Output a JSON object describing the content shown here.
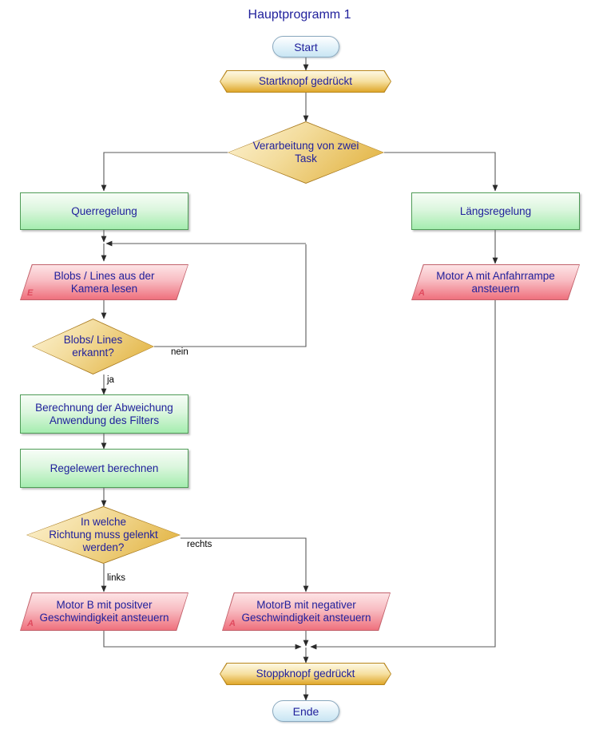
{
  "diagram": {
    "title": "Hauptprogramm 1",
    "language": "de",
    "colors": {
      "text": "#21219c",
      "terminator_fill": "#c8e5f3",
      "banner_fill": "#e0a92e",
      "decision_fill": "#e0ae36",
      "process_fill": "#a5edaf",
      "io_fill": "#ef707d",
      "edge_stroke": "#595959",
      "marker_text": "#e04a5e"
    }
  },
  "nodes": {
    "start": {
      "label": "Start",
      "type": "terminator"
    },
    "startknopf": {
      "label": "Startknopf gedrückt",
      "type": "banner"
    },
    "verarbeitung": {
      "label": "Verarbeitung von zwei\nTask",
      "type": "decision"
    },
    "querregelung": {
      "label": "Querregelung",
      "type": "process"
    },
    "laengsregelung": {
      "label": "Längsregelung",
      "type": "process"
    },
    "blobs_lesen": {
      "label": "Blobs / Lines aus der\nKamera lesen",
      "type": "io",
      "marker": "E"
    },
    "motor_a_rampe": {
      "label": "Motor A mit Anfahrrampe\nansteuern",
      "type": "io",
      "marker": "A"
    },
    "blobs_erkannt": {
      "label": "Blobs/ Lines\nerkannt?",
      "type": "decision"
    },
    "berechnung": {
      "label": "Berechnung der Abweichung\nAnwendung des Filters",
      "type": "process"
    },
    "regelwert": {
      "label": "Regelewert berechnen",
      "type": "process"
    },
    "richtung": {
      "label": "In welche\nRichtung muss gelenkt\nwerden?",
      "type": "decision"
    },
    "motor_b_pos": {
      "label": "Motor B mit positver\nGeschwindigkeit ansteuern",
      "type": "io",
      "marker": "A"
    },
    "motor_b_neg": {
      "label": "MotorB mit negativer\nGeschwindigkeit ansteuern",
      "type": "io",
      "marker": "A"
    },
    "stoppknopf": {
      "label": "Stoppknopf gedrückt",
      "type": "banner"
    },
    "ende": {
      "label": "Ende",
      "type": "terminator"
    }
  },
  "edge_labels": {
    "nein": "nein",
    "ja": "ja",
    "rechts": "rechts",
    "links": "links"
  }
}
